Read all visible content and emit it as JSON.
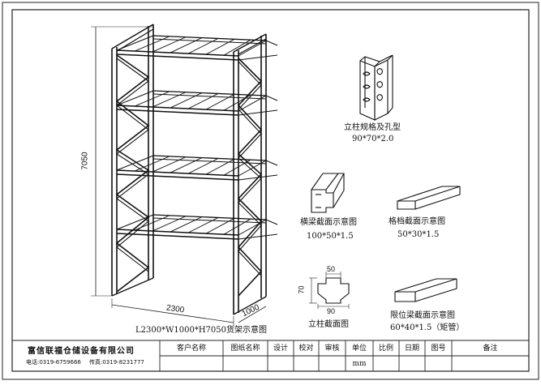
{
  "rack": {
    "height_dim": "7050",
    "width_dim": "2300",
    "depth_dim": "1000",
    "caption": "L2300*W1000*H7050货架示意图"
  },
  "upright_profile": {
    "title": "立柱规格及孔型",
    "spec": "90*70*2.0"
  },
  "beam_section": {
    "title": "横梁截面示意图",
    "spec": "100*50*1.5"
  },
  "bar_section": {
    "title": "格档截面示意图",
    "spec": "50*30*1.5"
  },
  "column_section": {
    "dim_top": "50",
    "dim_side": "70",
    "dim_bottom": "90",
    "title": "立柱截面图"
  },
  "limit_beam": {
    "title": "限位梁截面示意图",
    "spec": "60*40*1.5（矩管）"
  },
  "title_block": {
    "company": "富信联福仓储设备有限公司",
    "phone": "电话:0319-6759666",
    "fax": "传真:0319-8231777",
    "headers": [
      "客户名称",
      "图纸名称",
      "设计",
      "校对",
      "审核",
      "单位",
      "比例",
      "日期",
      "图号",
      "备注"
    ],
    "unit_value": "mm"
  }
}
